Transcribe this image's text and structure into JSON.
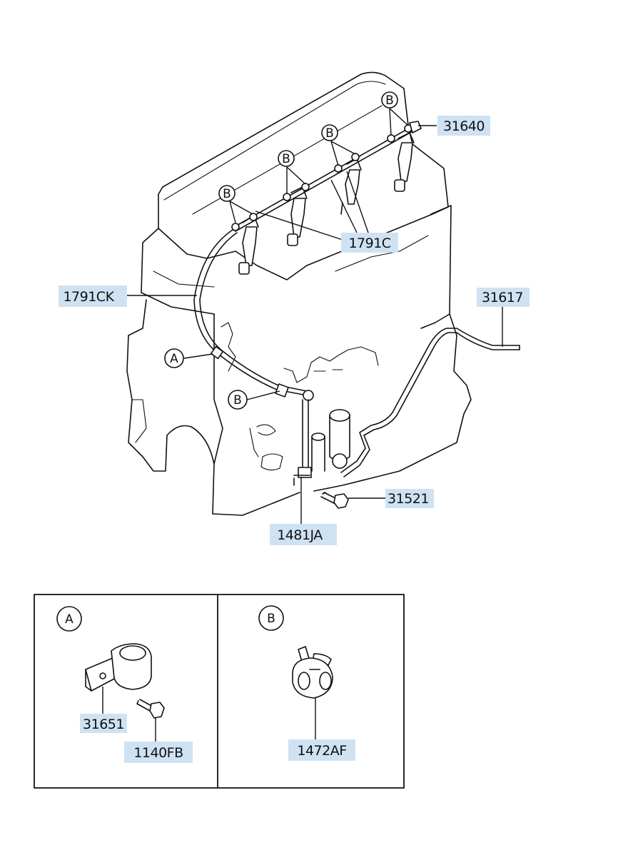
{
  "parts": {
    "p31640": "31640",
    "p1791c": "1791C",
    "p1791ck": "1791CK",
    "p31617": "31617",
    "p31521": "31521",
    "p1481ja": "1481JA",
    "p31651": "31651",
    "p1140fb": "1140FB",
    "p1472af": "1472AF"
  },
  "callouts": {
    "a": "A",
    "b": "B"
  },
  "colors": {
    "label_background": "#cfe2f3",
    "line": "#111111"
  }
}
